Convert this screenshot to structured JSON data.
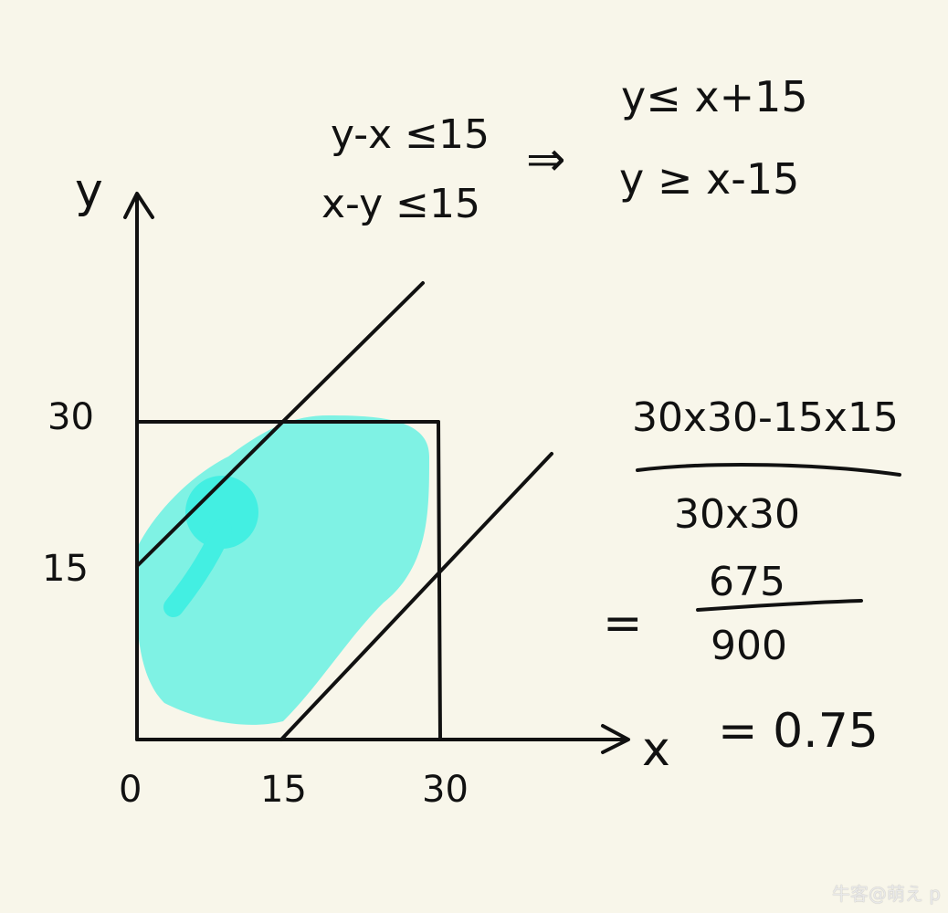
{
  "diagram": {
    "y_axis_label": "y",
    "x_axis_label": "x",
    "y_ticks": [
      "30",
      "15"
    ],
    "x_ticks": [
      "0",
      "15",
      "30"
    ],
    "constraints": {
      "line1": "y-x ≤15",
      "line2": "x-y ≤15",
      "arrow": "⇒",
      "result1": "y≤ x+15",
      "result2": "y ≥ x-15"
    },
    "calculation": {
      "numerator": "30x30-15x15",
      "denominator": "30x30",
      "equals1": "=",
      "frac_num": "675",
      "frac_den": "900",
      "final": "= 0.75"
    },
    "region_color": "#7ff2e4",
    "region_dark_color": "#43efe2"
  },
  "watermark": {
    "text": "牛客@萌え p"
  }
}
